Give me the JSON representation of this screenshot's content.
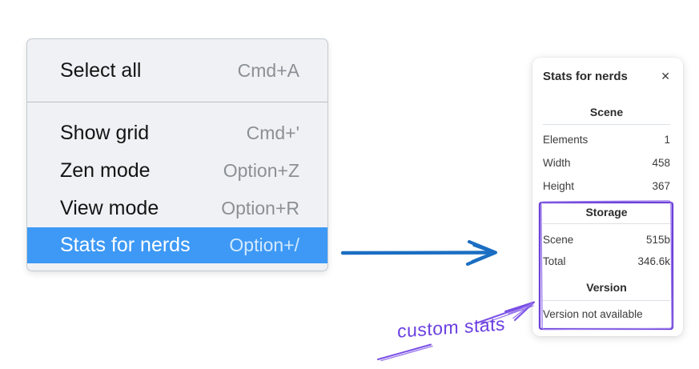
{
  "menu": {
    "items": [
      {
        "label": "Select all",
        "shortcut": "Cmd+A"
      },
      {
        "label": "Show grid",
        "shortcut": "Cmd+'"
      },
      {
        "label": "Zen mode",
        "shortcut": "Option+Z"
      },
      {
        "label": "View mode",
        "shortcut": "Option+R"
      },
      {
        "label": "Stats for nerds",
        "shortcut": "Option+/"
      }
    ],
    "highlighted_item": "Stats for nerds"
  },
  "panel": {
    "title": "Stats for nerds",
    "close_icon": "✕",
    "scene": {
      "heading": "Scene",
      "rows": [
        {
          "label": "Elements",
          "value": "1"
        },
        {
          "label": "Width",
          "value": "458"
        },
        {
          "label": "Height",
          "value": "367"
        }
      ]
    },
    "storage": {
      "heading": "Storage",
      "rows": [
        {
          "label": "Scene",
          "value": "515b"
        },
        {
          "label": "Total",
          "value": "346.6k"
        }
      ]
    },
    "version": {
      "heading": "Version",
      "note": "Version not available"
    }
  },
  "annotations": {
    "custom_label": "custom stats",
    "colors": {
      "menu_highlight_blue": "#3d99f5",
      "arrow_blue": "#1b6ec2",
      "annotation_purple": "#6d41d8"
    }
  }
}
